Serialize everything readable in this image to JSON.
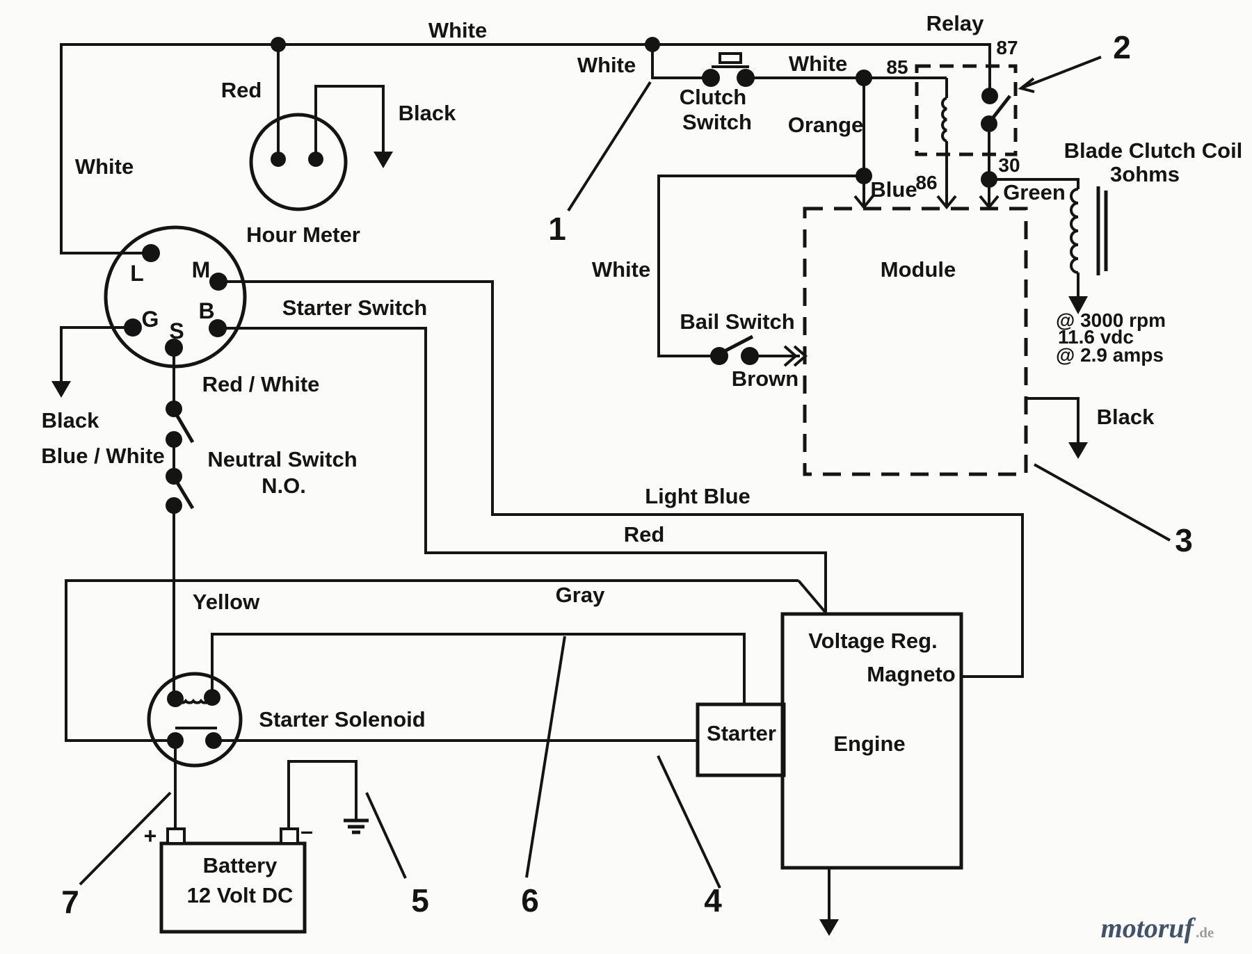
{
  "colors": {
    "line": "#141414",
    "background": "#fbfbf9",
    "watermark_main": "#41536b",
    "watermark_suffix": "#9c9c9c"
  },
  "labels": {
    "white_top": "White",
    "white_mid": "White",
    "white_left": "White",
    "white_clutch": "White",
    "white_bail": "White",
    "red_hourmeter": "Red",
    "black_hourmeter": "Black",
    "hour_meter": "Hour Meter",
    "relay": "Relay",
    "r85": "85",
    "r86": "86",
    "r87": "87",
    "r30": "30",
    "clutch_switch_1": "Clutch",
    "clutch_switch_2": "Switch",
    "orange": "Orange",
    "blue": "Blue",
    "green": "Green",
    "brown": "Brown",
    "blade_clutch_coil_1": "Blade Clutch Coil",
    "blade_clutch_coil_2": "3ohms",
    "spec_rpm": "@ 3000 rpm",
    "spec_vdc": "11.6 vdc",
    "spec_amps": "@ 2.9 amps",
    "module": "Module",
    "black_module": "Black",
    "bail_switch": "Bail Switch",
    "starter_switch": "Starter Switch",
    "term_l": "L",
    "term_m": "M",
    "term_b": "B",
    "term_g": "G",
    "term_s": "S",
    "red_white": "Red / White",
    "black_ground": "Black",
    "blue_white": "Blue / White",
    "neutral_switch_1": "Neutral Switch",
    "neutral_switch_2": "N.O.",
    "light_blue": "Light Blue",
    "red_engine": "Red",
    "gray": "Gray",
    "yellow": "Yellow",
    "starter_solenoid": "Starter Solenoid",
    "voltage_reg": "Voltage Reg.",
    "magneto": "Magneto",
    "engine": "Engine",
    "starter": "Starter",
    "battery_name": "Battery",
    "battery_spec": "12 Volt DC",
    "battery_plus": "+",
    "battery_minus": "–",
    "callout_1": "1",
    "callout_2": "2",
    "callout_3": "3",
    "callout_4": "4",
    "callout_5": "5",
    "callout_6": "6",
    "callout_7": "7",
    "watermark_main": "motoruf",
    "watermark_suffix": ".de"
  }
}
